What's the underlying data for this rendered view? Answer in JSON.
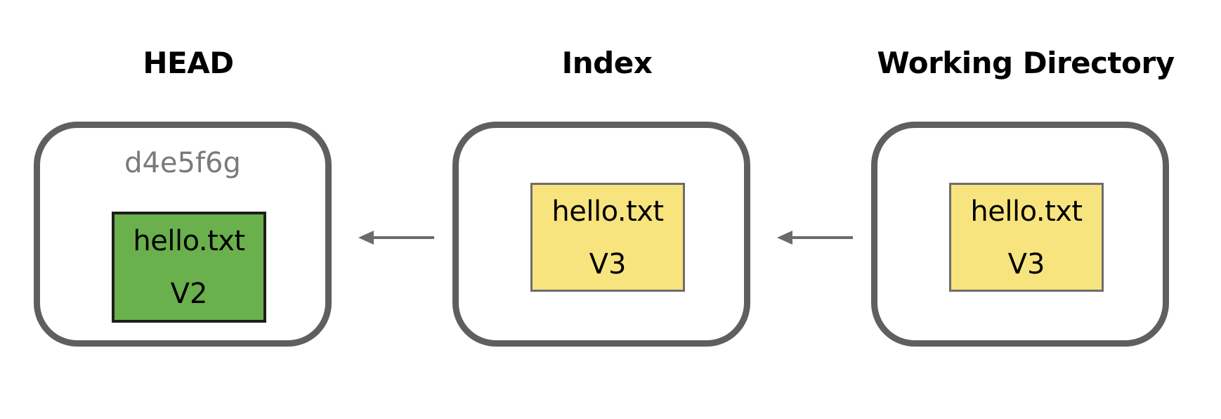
{
  "areas": {
    "head": {
      "title": "HEAD",
      "commit": "d4e5f6g",
      "file": {
        "name": "hello.txt",
        "version": "V2",
        "color": "#6ab04c"
      }
    },
    "index": {
      "title": "Index",
      "file": {
        "name": "hello.txt",
        "version": "V3",
        "color": "#f8e47f"
      }
    },
    "working_directory": {
      "title": "Working Directory",
      "file": {
        "name": "hello.txt",
        "version": "V3",
        "color": "#f8e47f"
      }
    }
  },
  "colors": {
    "box_border": "#5f5f5f",
    "arrow": "#6b6b6b",
    "commit_text": "#7a7a7a"
  }
}
